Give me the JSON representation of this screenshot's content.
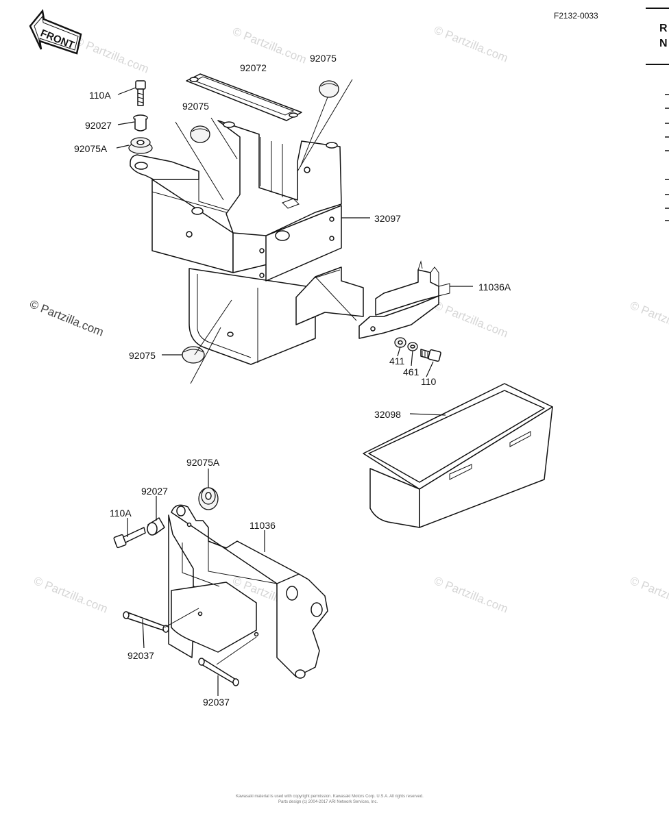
{
  "diagram_code": "F2132-0033",
  "front_label": "FRONT",
  "side_heading": [
    "R",
    "N"
  ],
  "watermark": "© Partzilla.com",
  "footer": {
    "line1": "Kawasaki material is used with copyright permission. Kawasaki Motors Corp. U.S.A. All rights reserved.",
    "line2": "Parts design (c) 2004-2017 ARI Network Services, Inc."
  },
  "callouts": {
    "p110A_top": "110A",
    "p92027_top": "92027",
    "p92075A_top": "92075A",
    "p92072": "92072",
    "p92075_a": "92075",
    "p92075_b": "92075",
    "p32097": "32097",
    "p11036A": "11036A",
    "p92075_c": "92075",
    "p411": "411",
    "p461": "461",
    "p110": "110",
    "p32098": "32098",
    "p92075A_bot": "92075A",
    "p92027_bot": "92027",
    "p110A_bot": "110A",
    "p11036": "11036",
    "p92037_a": "92037",
    "p92037_b": "92037"
  }
}
